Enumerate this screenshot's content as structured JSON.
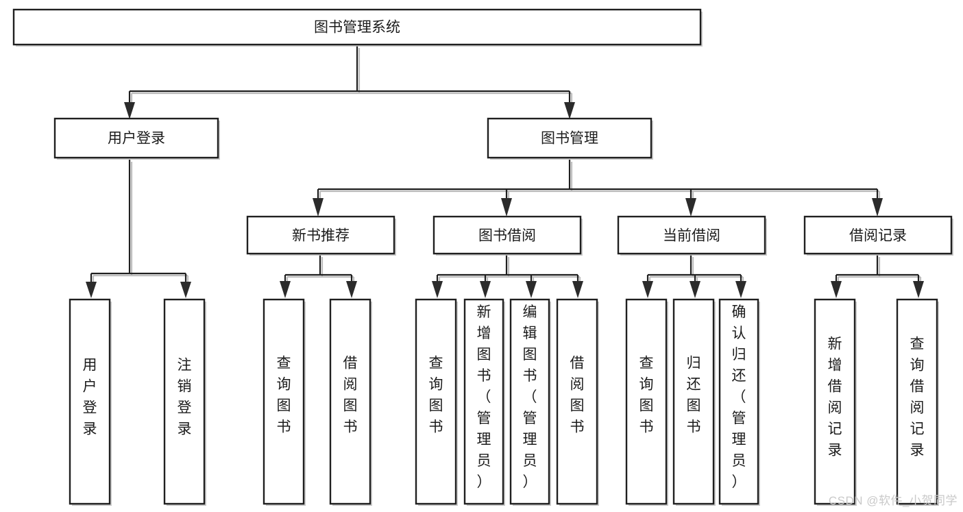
{
  "diagram": {
    "type": "tree",
    "title": "图书管理系统",
    "watermark": "CSDN @软件_小贺同学",
    "colors": {
      "box_stroke": "#1f1f1f",
      "box_fill": "#ffffff",
      "connector": "#1f1f1f",
      "arrow": "#2b2b2b",
      "shadow": "#b9b9b9",
      "watermark": "#c9c9c9",
      "background": "#ffffff"
    },
    "root": {
      "label": "图书管理系统",
      "orientation": "horizontal"
    },
    "level2": [
      {
        "label": "用户登录",
        "orientation": "horizontal"
      },
      {
        "label": "图书管理",
        "orientation": "horizontal"
      }
    ],
    "level3": [
      {
        "label": "新书推荐",
        "orientation": "horizontal",
        "parent": "图书管理"
      },
      {
        "label": "图书借阅",
        "orientation": "horizontal",
        "parent": "图书管理"
      },
      {
        "label": "当前借阅",
        "orientation": "horizontal",
        "parent": "图书管理"
      },
      {
        "label": "借阅记录",
        "orientation": "horizontal",
        "parent": "图书管理"
      }
    ],
    "leaves": {
      "用户登录": [
        {
          "label": "用户登录",
          "chars": [
            "用",
            "户",
            "登",
            "录"
          ]
        },
        {
          "label": "注销登录",
          "chars": [
            "注",
            "销",
            "登",
            "录"
          ]
        }
      ],
      "新书推荐": [
        {
          "label": "查询图书",
          "chars": [
            "查",
            "询",
            "图",
            "书"
          ]
        },
        {
          "label": "借阅图书",
          "chars": [
            "借",
            "阅",
            "图",
            "书"
          ]
        }
      ],
      "图书借阅": [
        {
          "label": "查询图书",
          "chars": [
            "查",
            "询",
            "图",
            "书"
          ]
        },
        {
          "label": "新增图书（管理员）",
          "chars": [
            "新",
            "增",
            "图",
            "书",
            "（",
            "管",
            "理",
            "员",
            "）"
          ]
        },
        {
          "label": "编辑图书（管理员）",
          "chars": [
            "编",
            "辑",
            "图",
            "书",
            "（",
            "管",
            "理",
            "员",
            "）"
          ]
        },
        {
          "label": "借阅图书",
          "chars": [
            "借",
            "阅",
            "图",
            "书"
          ]
        }
      ],
      "当前借阅": [
        {
          "label": "查询图书",
          "chars": [
            "查",
            "询",
            "图",
            "书"
          ]
        },
        {
          "label": "归还图书",
          "chars": [
            "归",
            "还",
            "图",
            "书"
          ]
        },
        {
          "label": "确认归还（管理员）",
          "chars": [
            "确",
            "认",
            "归",
            "还",
            "（",
            "管",
            "理",
            "员",
            "）"
          ]
        }
      ],
      "借阅记录": [
        {
          "label": "新增借阅记录",
          "chars": [
            "新",
            "增",
            "借",
            "阅",
            "记",
            "录"
          ]
        },
        {
          "label": "查询借阅记录",
          "chars": [
            "查",
            "询",
            "借",
            "阅",
            "记",
            "录"
          ]
        }
      ]
    }
  }
}
